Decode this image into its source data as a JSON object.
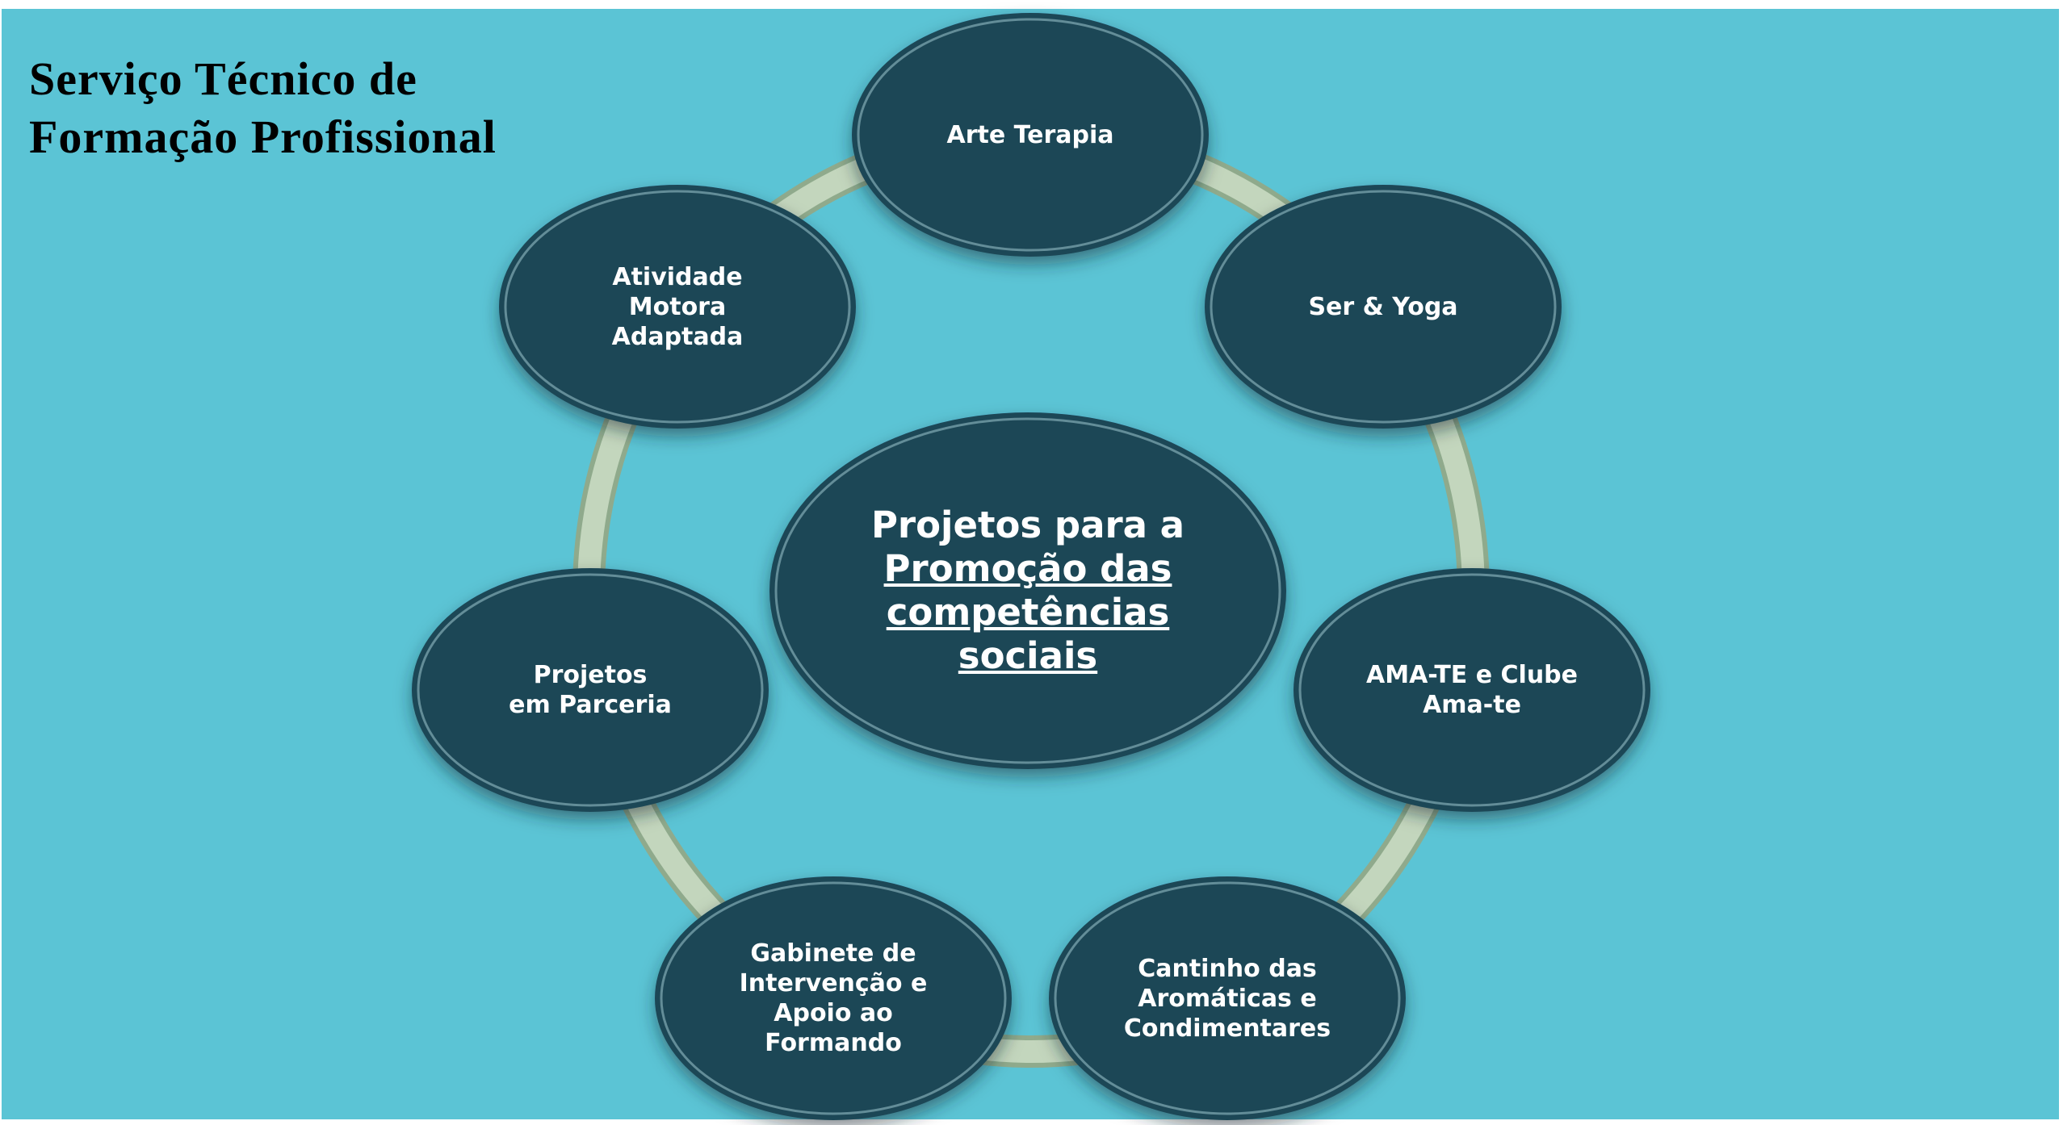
{
  "title": {
    "line1": "Serviço Técnico de",
    "line2": "Formação Profissional"
  },
  "center": {
    "line1": "Projetos  para a",
    "line2": "Promoção das",
    "line3": "competências",
    "line4": "sociais"
  },
  "nodes": [
    {
      "label": "Arte Terapia"
    },
    {
      "label": "Ser & Yoga"
    },
    {
      "label": "AMA-TE e Clube Ama-te"
    },
    {
      "label": "Cantinho das Aromáticas e Condimentares"
    },
    {
      "label": "Gabinete de Intervenção e Apoio ao Formando"
    },
    {
      "label": "Projetos em Parceria"
    },
    {
      "label": "Atividade Motora Adaptada"
    }
  ],
  "colors": {
    "background": "#5bc4d5",
    "node": "#1c4656",
    "ring": "#b9cdb3",
    "text": "#ffffff"
  }
}
